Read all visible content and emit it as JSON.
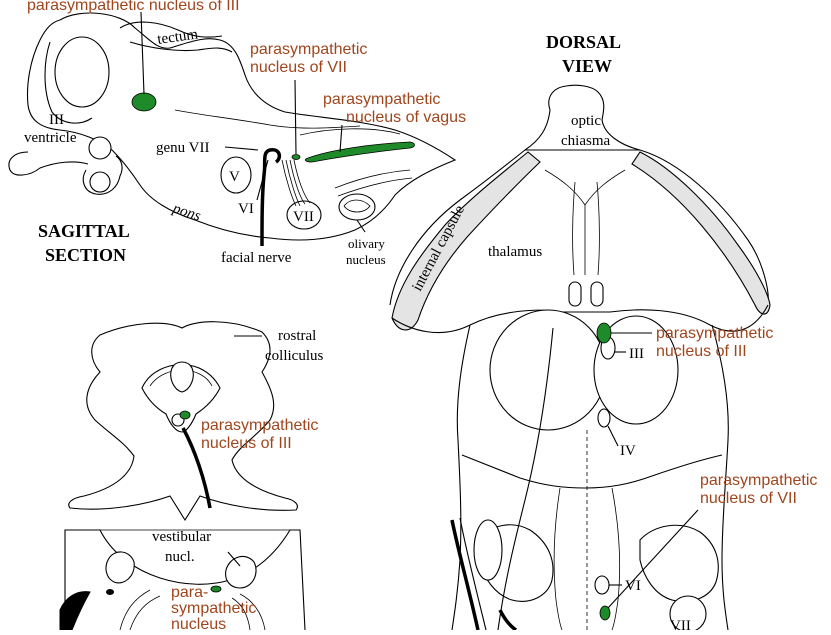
{
  "sagittal": {
    "title_line1": "SAGITTAL",
    "title_line2": "SECTION",
    "labels": {
      "para_III": "parasympathetic nucleus of III",
      "tectum": "tectum",
      "para_VII_l1": "parasympathetic",
      "para_VII_l2": "nucleus of VII",
      "para_vagus_l1": "parasympathetic",
      "para_vagus_l2": "nucleus of vagus",
      "III_ventricle_l1": "III",
      "III_ventricle_l2": "ventricle",
      "genu_VII": "genu VII",
      "V": "V",
      "VI": "VI",
      "VII": "VII",
      "pons": "pons",
      "facial_nerve": "facial nerve",
      "olivary_l1": "olivary",
      "olivary_l2": "nucleus"
    }
  },
  "dorsal": {
    "title_line1": "DORSAL",
    "title_line2": "VIEW",
    "labels": {
      "optic_l1": "optic",
      "optic_l2": "chiasma",
      "internal_capsule": "internal capsule",
      "thalamus": "thalamus",
      "para_III_l1": "parasympathetic",
      "para_III_l2": "nucleus of III",
      "III": "III",
      "IV": "IV",
      "para_VII_l1": "parasympathetic",
      "para_VII_l2": "nucleus of VII",
      "VI": "VI",
      "VII": "VII"
    }
  },
  "cross_section": {
    "labels": {
      "rostral_l1": "rostral",
      "rostral_l2": "colliculus",
      "para_III_l1": "parasympathetic",
      "para_III_l2": "nucleus of III",
      "vestibular_l1": "vestibular",
      "vestibular_l2": "nucl.",
      "para_l1": "para-",
      "para_l2": "sympathetic",
      "para_l3": "nucleus"
    }
  },
  "colors": {
    "nucleus_fill": "#1f8a2a",
    "label_accent": "#a0461e",
    "capsule_fill": "#e4e4e4"
  }
}
